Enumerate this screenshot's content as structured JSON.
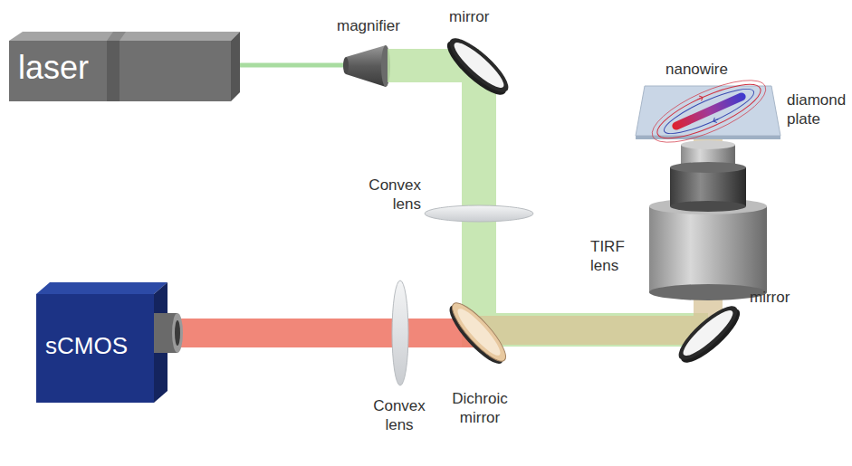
{
  "diagram": {
    "nodes": [
      {
        "text": [
          "laser"
        ]
      },
      {
        "text": [
          "sCMOS"
        ]
      }
    ],
    "labels": [
      "magnifier",
      "mirror",
      "Convex lens",
      "nanowire",
      "diamond plate",
      "TIRF lens",
      "mirror",
      "Convex lens",
      "Dichroic mirror"
    ]
  }
}
